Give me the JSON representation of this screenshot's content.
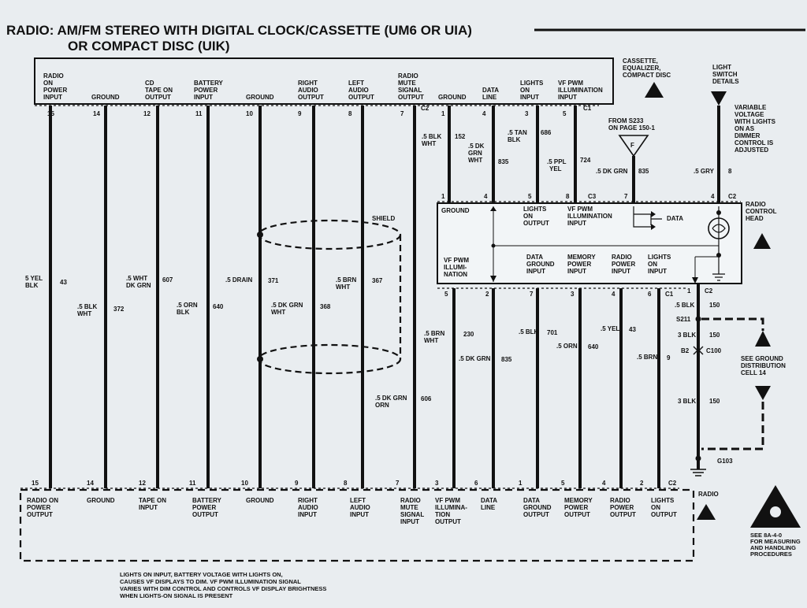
{
  "title": {
    "line1": "RADIO: AM/FM STEREO WITH DIGITAL CLOCK/CASSETTE (UM6 OR UIA)",
    "line2": "OR COMPACT DISC (UIK)"
  },
  "cassette_label": [
    "CASSETTE,",
    "EQUALIZER,",
    "COMPACT DISC"
  ],
  "connector_ids": {
    "c1": "C1",
    "c2": "C2",
    "c3": "C3"
  },
  "top_pins": [
    {
      "id": "w15",
      "pin": "15",
      "label": [
        "RADIO",
        "ON",
        "POWER",
        "INPUT"
      ],
      "color": [
        "5 YEL",
        "BLK"
      ],
      "circuit": "43"
    },
    {
      "id": "w14",
      "pin": "14",
      "label": [
        "GROUND"
      ],
      "color": [
        ".5 BLK",
        "WHT"
      ],
      "circuit": "372"
    },
    {
      "id": "w12",
      "pin": "12",
      "label": [
        "CD",
        "TAPE ON",
        "OUTPUT"
      ],
      "color": [
        ".5 WHT",
        "DK GRN"
      ],
      "circuit": "607"
    },
    {
      "id": "w11",
      "pin": "11",
      "label": [
        "BATTERY",
        "POWER",
        "INPUT"
      ],
      "color": [
        ".5 ORN",
        "BLK"
      ],
      "circuit": "640"
    },
    {
      "id": "w10",
      "pin": "10",
      "label": [
        "GROUND"
      ],
      "color": [
        ".5 DRAIN"
      ],
      "circuit": "371"
    },
    {
      "id": "w9",
      "pin": "9",
      "label": [
        "RIGHT",
        "AUDIO",
        "OUTPUT"
      ],
      "color": [
        ".5 DK GRN",
        "WHT"
      ],
      "circuit": "368"
    },
    {
      "id": "w8",
      "pin": "8",
      "label": [
        "LEFT",
        "AUDIO",
        "OUTPUT"
      ],
      "color": [
        ".5 BRN",
        "WHT"
      ],
      "circuit": "367"
    },
    {
      "id": "w7",
      "pin": "7",
      "label": [
        "RADIO",
        "MUTE",
        "SIGNAL",
        "OUTPUT"
      ],
      "color": [
        ".5 DK GRN",
        "ORN"
      ],
      "circuit": "606"
    },
    {
      "id": "w1",
      "pin": "1",
      "label": [
        "GROUND"
      ],
      "color": [
        ".5 BLK",
        "WHT"
      ],
      "circuit": "152"
    },
    {
      "id": "w4",
      "pin": "4",
      "label": [
        "DATA",
        "LINE"
      ],
      "color": [
        ".5 DK",
        "GRN",
        "WHT"
      ],
      "circuit": "835"
    },
    {
      "id": "w3",
      "pin": "3",
      "label": [
        "LIGHTS",
        "ON",
        "INPUT"
      ],
      "color": [
        ".5 TAN",
        "BLK"
      ],
      "circuit": "686"
    },
    {
      "id": "w5",
      "pin": "5",
      "label": [
        "VF PWM",
        "ILLUMINATION",
        "INPUT"
      ],
      "color": [
        ".5 PPL",
        "YEL"
      ],
      "circuit": "724"
    }
  ],
  "from_s233": [
    "FROM S233",
    "ON PAGE 150-1"
  ],
  "s233_wire": {
    "color": ".5 DK GRN",
    "circuit": "835",
    "flag": "F"
  },
  "light_switch": {
    "label": [
      "LIGHT",
      "SWITCH",
      "DETAILS"
    ],
    "note": [
      "VARIABLE",
      "VOLTAGE",
      "WITH LIGHTS",
      "ON AS",
      "DIMMER",
      "CONTROL IS",
      "ADJUSTED"
    ],
    "color": ".5 GRY",
    "circuit": "8"
  },
  "head_top_pins": {
    "p1": "1",
    "p4": "4",
    "p5": "5",
    "p8": "8",
    "p7": "7",
    "p4b": "4"
  },
  "head": {
    "title": [
      "RADIO",
      "CONTROL",
      "HEAD"
    ],
    "top_labels": {
      "ground": "GROUND",
      "lights": [
        "LIGHTS",
        "ON",
        "OUTPUT"
      ],
      "vf": [
        "VF PWM",
        "ILLUMINATION",
        "INPUT"
      ],
      "data": "DATA"
    },
    "bottom_labels": [
      [
        "VF PWM",
        "ILLUMI-",
        "NATION"
      ],
      [
        "DATA",
        "GROUND",
        "INPUT"
      ],
      [
        "MEMORY",
        "POWER",
        "INPUT"
      ],
      [
        "RADIO",
        "POWER",
        "INPUT"
      ],
      [
        "LIGHTS",
        "ON",
        "INPUT"
      ]
    ]
  },
  "head_bottom_pins": [
    "5",
    "2",
    "7",
    "3",
    "4",
    "6"
  ],
  "lower_wires": [
    {
      "color": [
        ".5 BRN",
        "WHT"
      ],
      "circuit": "230"
    },
    {
      "color": [
        ".5 DK GRN"
      ],
      "circuit": "835"
    },
    {
      "color": [
        ".5 BLK"
      ],
      "circuit": "701"
    },
    {
      "color": [
        ".5 ORN"
      ],
      "circuit": "640"
    },
    {
      "color": [
        ".5 YEL"
      ],
      "circuit": "43"
    },
    {
      "color": [
        ".5 BRN"
      ],
      "circuit": "9"
    }
  ],
  "ground_path": {
    "pin": "1",
    "w1_color": ".5 BLK",
    "w1_circuit": "150",
    "splice": "S211",
    "w2_color": "3 BLK",
    "w2_circuit": "150",
    "connector_pin": "B2",
    "connector": "C100",
    "w3_color": "3 BLK",
    "w3_circuit": "150",
    "ground_id": "G103",
    "see_ground": [
      "SEE GROUND",
      "DISTRIBUTION",
      "CELL 14"
    ]
  },
  "shield_label": "SHIELD",
  "radio_label": "RADIO",
  "bottom_pins": [
    {
      "pin": "15",
      "label": [
        "RADIO ON",
        "POWER",
        "OUTPUT"
      ]
    },
    {
      "pin": "14",
      "label": [
        "GROUND"
      ]
    },
    {
      "pin": "12",
      "label": [
        "TAPE ON",
        "INPUT"
      ]
    },
    {
      "pin": "11",
      "label": [
        "BATTERY",
        "POWER",
        "OUTPUT"
      ]
    },
    {
      "pin": "10",
      "label": [
        "GROUND"
      ]
    },
    {
      "pin": "9",
      "label": [
        "RIGHT",
        "AUDIO",
        "INPUT"
      ]
    },
    {
      "pin": "8",
      "label": [
        "LEFT",
        "AUDIO",
        "INPUT"
      ]
    },
    {
      "pin": "7",
      "label": [
        "RADIO",
        "MUTE",
        "SIGNAL",
        "INPUT"
      ]
    },
    {
      "pin": "3",
      "label": [
        "VF PWM",
        "ILLUMINA-",
        "TION",
        "OUTPUT"
      ]
    },
    {
      "pin": "6",
      "label": [
        "DATA",
        "LINE"
      ]
    },
    {
      "pin": "1",
      "label": [
        "DATA",
        "GROUND",
        "OUTPUT"
      ]
    },
    {
      "pin": "5",
      "label": [
        "MEMORY",
        "POWER",
        "OUTPUT"
      ]
    },
    {
      "pin": "4",
      "label": [
        "RADIO",
        "POWER",
        "OUTPUT"
      ]
    },
    {
      "pin": "2",
      "label": [
        "LIGHTS",
        "ON",
        "OUTPUT"
      ]
    }
  ],
  "footnote": [
    "LIGHTS ON INPUT, BATTERY VOLTAGE WITH LIGHTS ON,",
    "CAUSES VF DISPLAYS TO DIM. VF PWM ILLUMINATION SIGNAL",
    "VARIES WITH DIM CONTROL AND CONTROLS VF DISPLAY BRIGHTNESS",
    "WHEN LIGHTS-ON SIGNAL IS PRESENT"
  ],
  "esd_note": [
    "SEE 8A-4-0",
    "FOR MEASURING",
    "AND HANDLING",
    "PROCEDURES"
  ]
}
